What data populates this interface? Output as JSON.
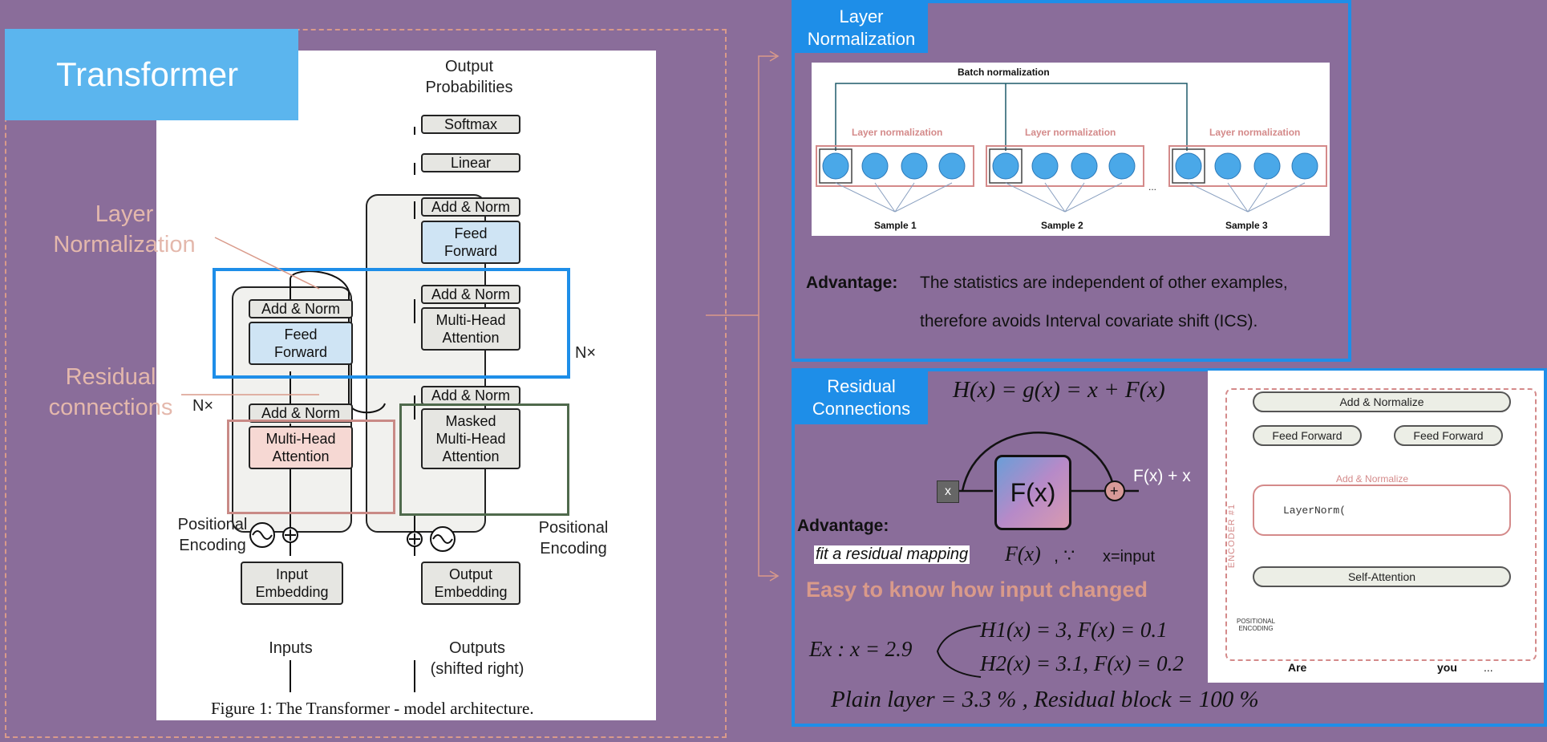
{
  "title": "Transformer",
  "annotations": {
    "layer_norm": "Layer\nNormalization",
    "residual": "Residual\nconnections",
    "nx_left": "N×",
    "nx_right": "N×"
  },
  "figure": {
    "caption": "Figure 1: The Transformer - model architecture.",
    "output_probabilities": "Output\nProbabilities",
    "softmax": "Softmax",
    "linear": "Linear",
    "add_norm": "Add & Norm",
    "feed_forward": "Feed\nForward",
    "multi_head_attention": "Multi-Head\nAttention",
    "masked_mha": "Masked\nMulti-Head\nAttention",
    "input_embedding": "Input\nEmbedding",
    "output_embedding": "Output\nEmbedding",
    "positional_encoding": "Positional\nEncoding",
    "inputs": "Inputs",
    "outputs": "Outputs\n(shifted right)"
  },
  "layer_norm_panel": {
    "tag": "Layer\nNormalization",
    "batch_norm": "Batch normalization",
    "layer_norm": "Layer normalization",
    "samples": [
      "Sample 1",
      "Sample 2",
      "Sample 3"
    ],
    "ellipsis": "...",
    "advantage_label": "Advantage:",
    "advantage_line1": "The statistics are independent of other examples,",
    "advantage_line2": "therefore avoids Interval covariate shift (ICS)."
  },
  "residual_panel": {
    "tag": "Residual\nConnections",
    "equation": "H(x) = g(x) = x + F(x)",
    "x": "x",
    "fx": "F(x)",
    "plus": "+",
    "fx_plus_x": "F(x) + x",
    "advantage_label": "Advantage:",
    "fit": "fit a residual mapping",
    "fit_fx": "F(x)",
    "because": ", ∵",
    "x_input": "x=input",
    "easy": "Easy to know how input changed",
    "ex": "Ex : x = 2.9",
    "h1": "H1(x) = 3, F(x) = 0.1",
    "h2": "H2(x) = 3.1, F(x) = 0.2",
    "plain": "Plain layer = 3.3 % , Residual block = 100 %",
    "encoder": {
      "add_normalize_top": "Add & Normalize",
      "feed_forward": "Feed Forward",
      "add_normalize_mid": "Add & Normalize",
      "layernorm": "LayerNorm(",
      "self_attention": "Self-Attention",
      "encoder_label": "ENCODER #1",
      "positional": "POSITIONAL\nENCODING",
      "word1": "Are",
      "word2": "you",
      "ellipsis": "..."
    }
  }
}
